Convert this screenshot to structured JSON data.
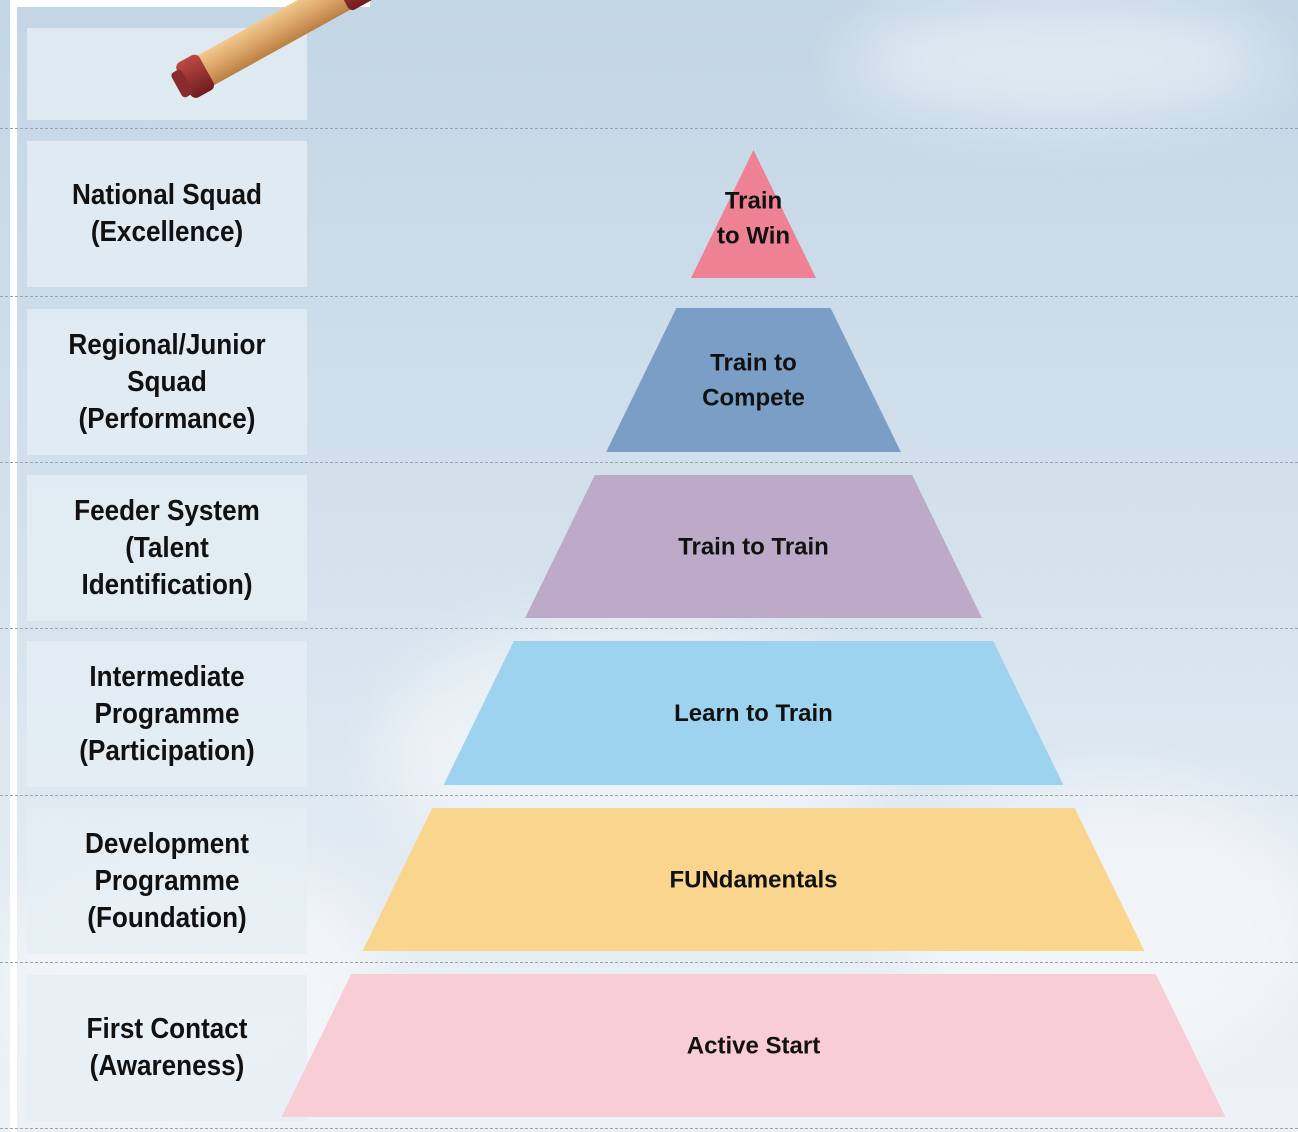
{
  "tiers": [
    {
      "level": "National Squad\n(Excellence)",
      "stage": [
        "Train",
        "to Win"
      ],
      "color": "#ef8194"
    },
    {
      "level": "Regional/Junior\nSquad\n(Performance)",
      "stage": [
        "Train to",
        "Compete"
      ],
      "color": "#7a9ec5"
    },
    {
      "level": "Feeder System\n(Talent Identification)",
      "stage": [
        "Train to Train"
      ],
      "color": "#bcaac8"
    },
    {
      "level": "Intermediate\nProgramme\n(Participation)",
      "stage": [
        "Learn to Train"
      ],
      "color": "#9dd3ee"
    },
    {
      "level": "Development\nProgramme\n(Foundation)",
      "stage": [
        "FUNdamentals"
      ],
      "color": "#fad58d"
    },
    {
      "level": "First Contact\n(Awareness)",
      "stage": [
        "Active Start"
      ],
      "color": "#f8cdd5"
    }
  ],
  "colors": {
    "dash": "#9aa4ad",
    "panel": "#e6eef5",
    "text": "#111111"
  },
  "icons": {
    "top_decoration": "cricket-bat-handle-icon"
  }
}
